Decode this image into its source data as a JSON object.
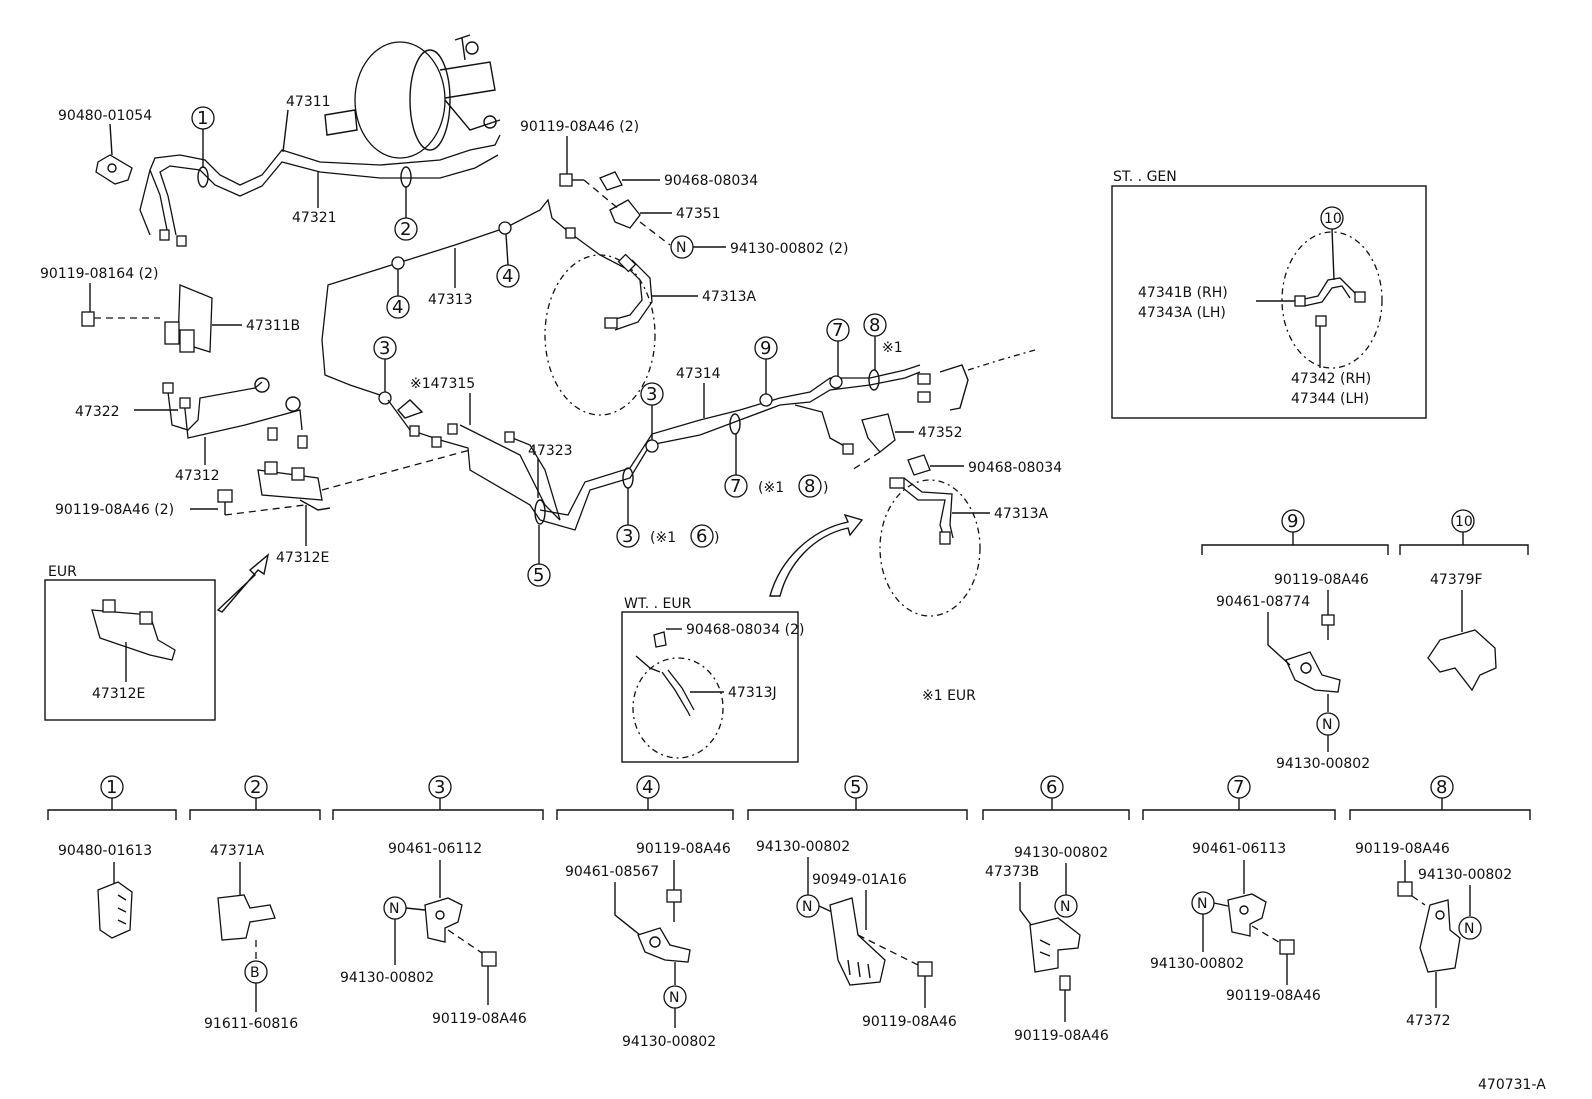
{
  "labels": {
    "p90480_01054": "90480-01054",
    "p47311": "47311",
    "p47321": "47321",
    "p90119_08a46_2_top": "90119-08A46 (2)",
    "p90468_08034_top": "90468-08034",
    "p47351": "47351",
    "p94130_00802_2": "94130-00802 (2)",
    "p47313A_top": "47313A",
    "p47313": "47313",
    "p90119_08164_2": "90119-08164 (2)",
    "p47311B": "47311B",
    "p47322": "47322",
    "p47312": "47312",
    "p90119_08a46_2_left": "90119-08A46 (2)",
    "p47312E": "47312E",
    "p47315": "※147315",
    "p47323": "47323",
    "p47314": "47314",
    "p47352": "47352",
    "p90468_08034_mid": "90468-08034",
    "p47313A_mid": "47313A",
    "note_x1_top": "※1",
    "note_x1_6": "(※1",
    "note_x1_8": "(※1",
    "note_paren_close_6": ")",
    "note_paren_close_8": ")",
    "note_eur": "※1 EUR",
    "diagram_id": "470731-A"
  },
  "callouts": {
    "c1": "1",
    "c2": "2",
    "c3": "3",
    "c4": "4",
    "c5": "5",
    "c6": "6",
    "c7": "7",
    "c8": "8",
    "c9": "9",
    "c10": "10",
    "n": "N",
    "b": "B"
  },
  "insets": {
    "st_gen": {
      "title": "ST. . GEN",
      "p47341B": "47341B (RH)",
      "p47343A": "47343A (LH)",
      "p47342": "47342 (RH)",
      "p47344": "47344 (LH)"
    },
    "eur": {
      "title": "EUR",
      "p47312E": "47312E"
    },
    "wt_eur": {
      "title": "WT. . EUR",
      "p90468_08034_2": "90468-08034 (2)",
      "p47313J": "47313J"
    }
  },
  "groups": {
    "g9": {
      "p1": "90119-08A46",
      "p2": "90461-08774",
      "p3": "94130-00802"
    },
    "g10": {
      "p1": "47379F"
    },
    "g1": {
      "p1": "90480-01613"
    },
    "g2": {
      "p1": "47371A",
      "p2": "91611-60816"
    },
    "g3": {
      "p1": "90461-06112",
      "p2": "94130-00802",
      "p3": "90119-08A46"
    },
    "g4": {
      "p1": "90119-08A46",
      "p2": "90461-08567",
      "p3": "94130-00802"
    },
    "g5": {
      "p1": "94130-00802",
      "p2": "90949-01A16",
      "p3": "90119-08A46"
    },
    "g6": {
      "p1": "94130-00802",
      "p2": "47373B",
      "p3": "90119-08A46"
    },
    "g7": {
      "p1": "90461-06113",
      "p2": "94130-00802",
      "p3": "90119-08A46"
    },
    "g8": {
      "p1": "90119-08A46",
      "p2": "94130-00802",
      "p3": "47372"
    }
  }
}
